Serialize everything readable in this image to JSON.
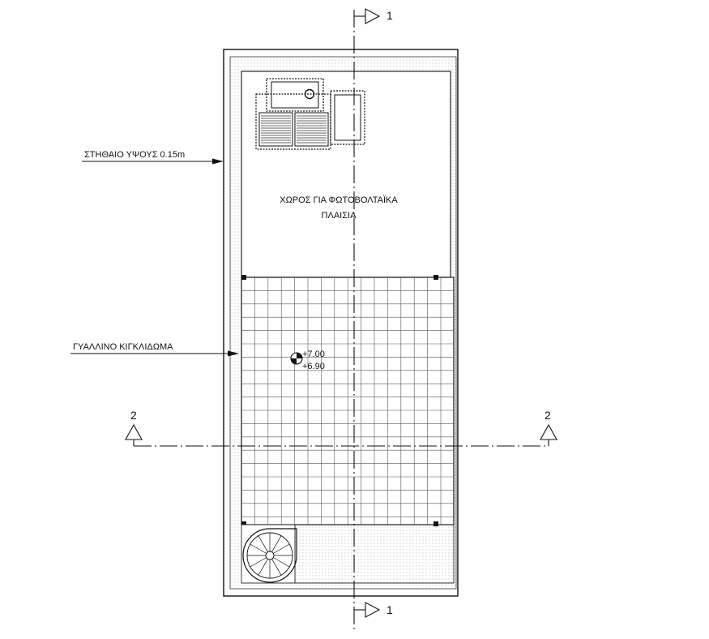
{
  "labels": {
    "parapet": "ΣΤΗΘΑΙΟ ΥΨΟΥΣ 0.15m",
    "glass_railing": "ΓΥΑΛΛΙΝΟ ΚΙΓΚΛΙΔΩΜΑ",
    "pv_area_line1": "ΧΩΡΟΣ ΓΙΑ ΦΩΤΟΒΟΛΤΑΪΚΑ",
    "pv_area_line2": "ΠΛΑΙΣΙΑ"
  },
  "levels": {
    "top": "+7.00",
    "bottom": "+6.90"
  },
  "sections": {
    "vertical": "1",
    "horizontal": "2"
  }
}
